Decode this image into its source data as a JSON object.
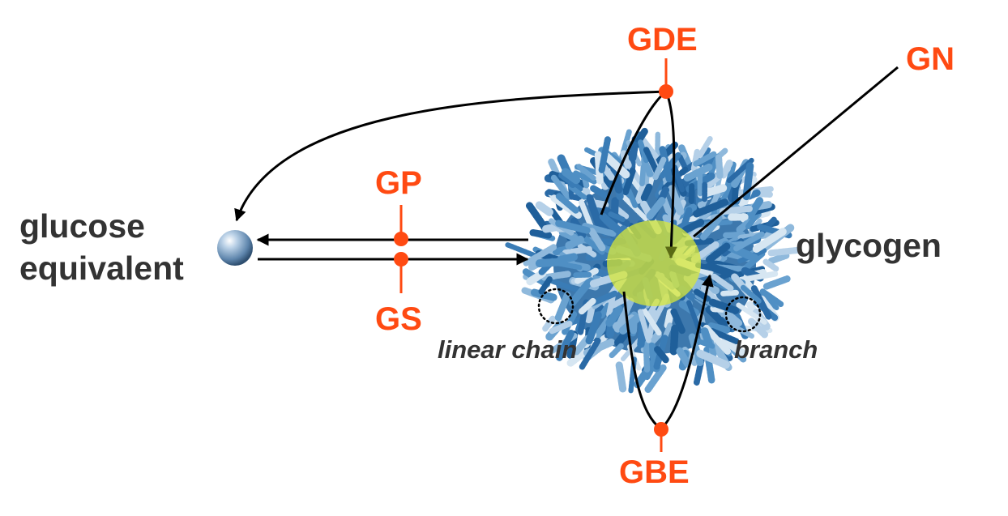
{
  "labels": {
    "glucose_line1": "glucose",
    "glucose_line2": "equivalent",
    "glycogen": "glycogen",
    "linear_chain": "linear chain",
    "branch": "branch"
  },
  "enzymes": {
    "gde": "GDE",
    "gn": "GN",
    "gp": "GP",
    "gs": "GS",
    "gbe": "GBE"
  },
  "colors": {
    "enzyme": "#ff4a12",
    "text": "#333333",
    "arrow": "#000000",
    "core_highlight": "#d8e83a",
    "glycogen_dark": "#1f5f9a",
    "glycogen_mid": "#4f8fc4",
    "glycogen_light": "#c9dcec",
    "glucose_sphere": "#6f94b8"
  }
}
